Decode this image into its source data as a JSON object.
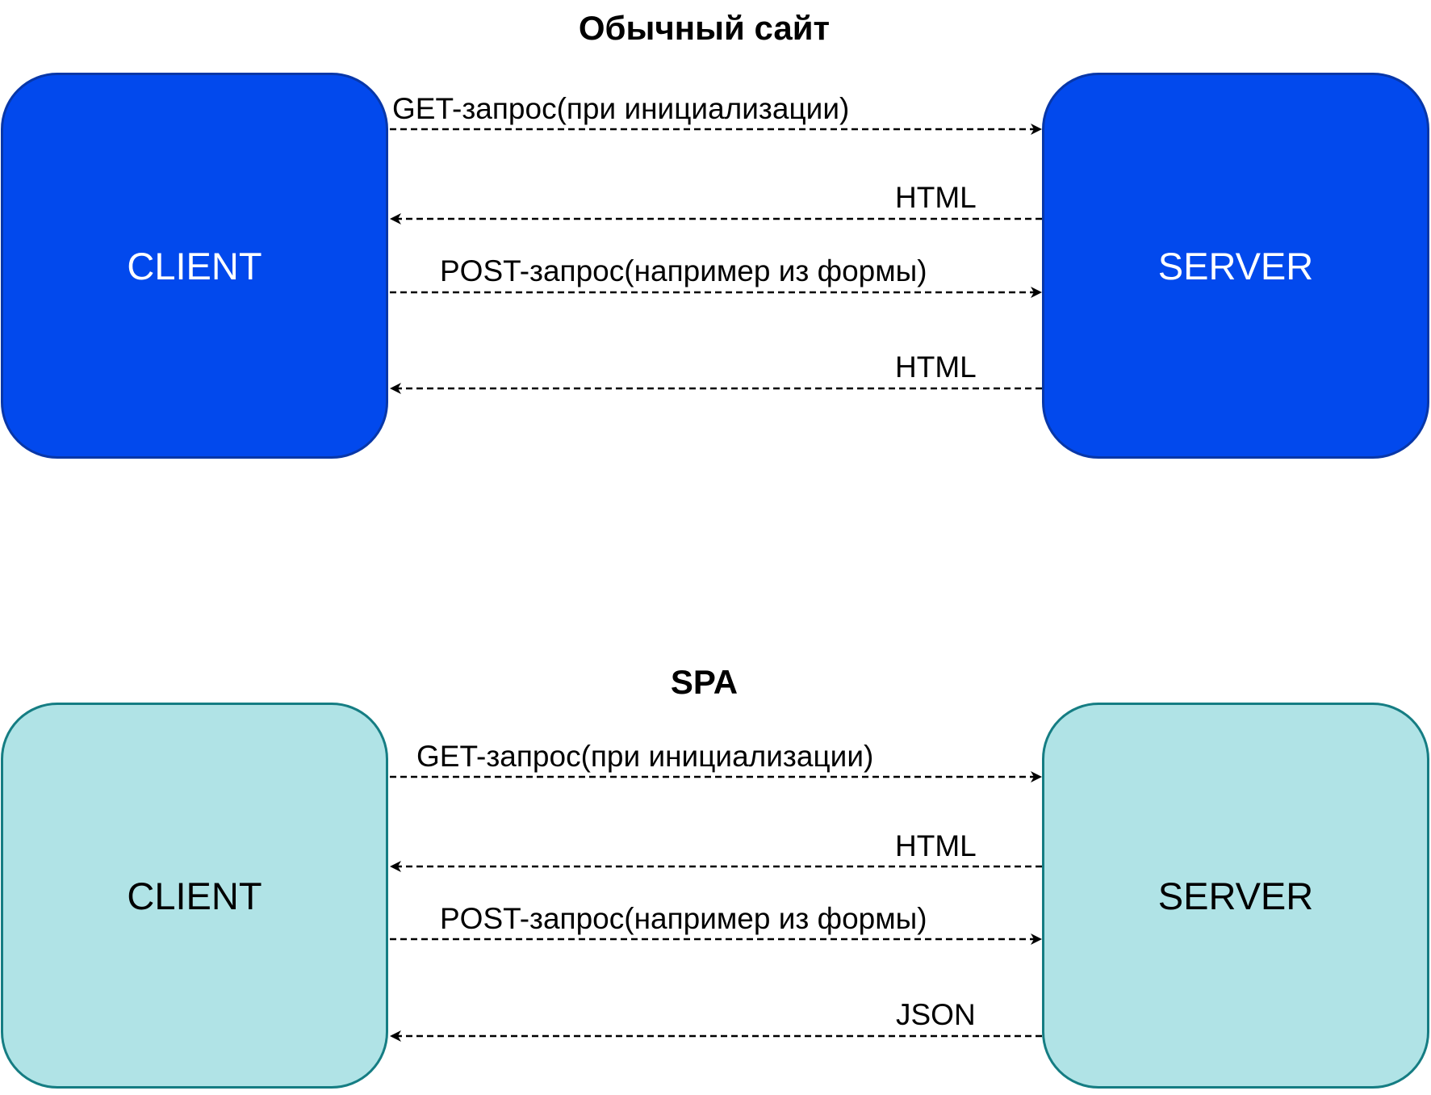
{
  "sections": [
    {
      "title": "Обычный сайт",
      "client_label": "CLIENT",
      "server_label": "SERVER",
      "color_fill": "#0249ed",
      "color_border": "#0837a8",
      "messages": [
        {
          "label": "GET-запрос(при инициализации)",
          "direction": "client-to-server"
        },
        {
          "label": "HTML",
          "direction": "server-to-client"
        },
        {
          "label": "POST-запрос(например из формы)",
          "direction": "client-to-server"
        },
        {
          "label": "HTML",
          "direction": "server-to-client"
        }
      ]
    },
    {
      "title": "SPA",
      "client_label": "CLIENT",
      "server_label": "SERVER",
      "color_fill": "#b0e3e6",
      "color_border": "#157d83",
      "messages": [
        {
          "label": "GET-запрос(при инициализации)",
          "direction": "client-to-server"
        },
        {
          "label": "HTML",
          "direction": "server-to-client"
        },
        {
          "label": "POST-запрос(например из формы)",
          "direction": "client-to-server"
        },
        {
          "label": "JSON",
          "direction": "server-to-client"
        }
      ]
    }
  ]
}
